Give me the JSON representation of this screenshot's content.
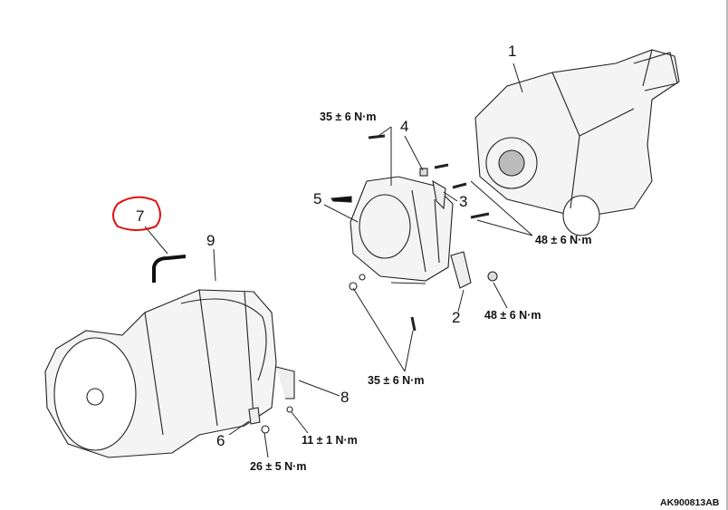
{
  "callouts": {
    "c1": "1",
    "c2": "2",
    "c3": "3",
    "c4": "4",
    "c5": "5",
    "c6": "6",
    "c7": "7",
    "c8": "8",
    "c9": "9"
  },
  "torques": {
    "t_top": "35 ± 6 N·m",
    "t_48_upper": "48 ± 6 N·m",
    "t_48_lower": "48 ± 6 N·m",
    "t_35_lower": "35 ± 6 N·m",
    "t_11": "11 ± 1 N·m",
    "t_26": "26 ± 5 N·m"
  },
  "figure_code": "AK900813AB",
  "highlight": {
    "item": "7",
    "color": "#e01010"
  }
}
